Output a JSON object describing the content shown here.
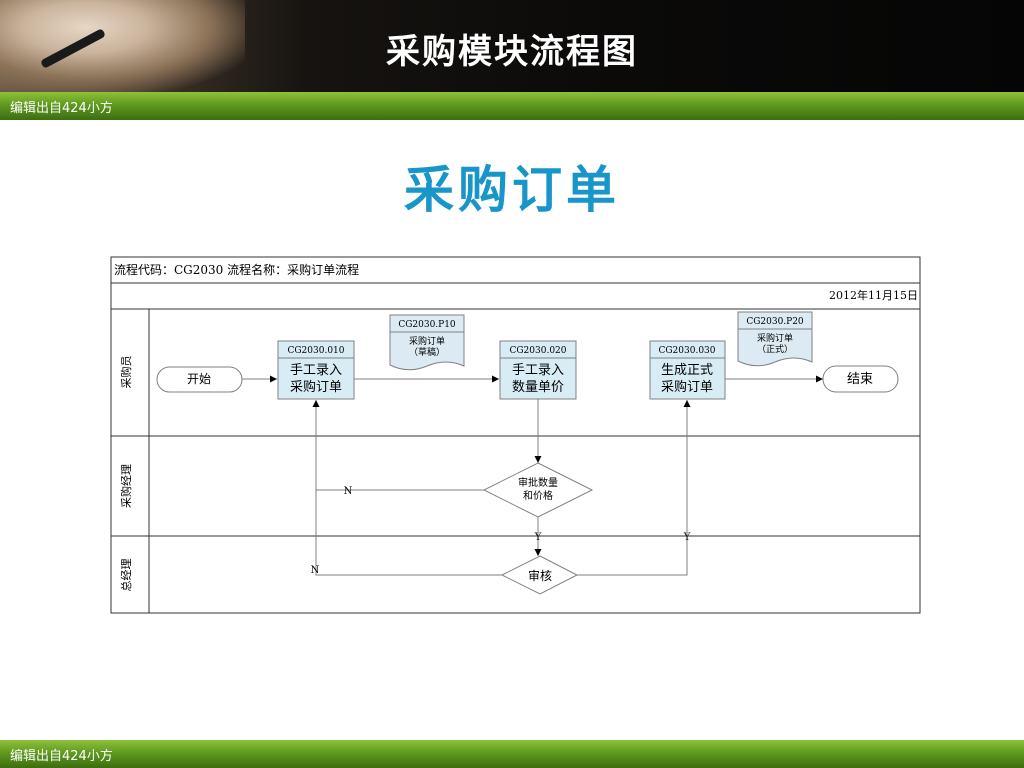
{
  "header": {
    "title": "采购模块流程图"
  },
  "footer_bar": {
    "text": "编辑出自424小方"
  },
  "page": {
    "heading": "采购订单"
  },
  "flow": {
    "code_name_line": "流程代码：CG2030   流程名称：采购订单流程",
    "date": "2012年11月15日",
    "lanes": {
      "buyer": "采购员",
      "purchasing_manager": "采购经理",
      "general_manager": "总经理"
    },
    "start": "开始",
    "end": "结束",
    "step1": {
      "code": "CG2030.010",
      "line1": "手工录入",
      "line2": "采购订单"
    },
    "step2": {
      "code": "CG2030.020",
      "line1": "手工录入",
      "line2": "数量单价"
    },
    "step3": {
      "code": "CG2030.030",
      "line1": "生成正式",
      "line2": "采购订单"
    },
    "doc1": {
      "code": "CG2030.P10",
      "line1": "采购订单",
      "line2": "（草稿）"
    },
    "doc2": {
      "code": "CG2030.P20",
      "line1": "采购订单",
      "line2": "（正式）"
    },
    "decision1": {
      "line1": "审批数量",
      "line2": "和价格"
    },
    "decision2": {
      "label": "审核"
    },
    "labels": {
      "no1": "N",
      "no2": "N",
      "yes1": "Y",
      "yes2": "Y"
    }
  },
  "colors": {
    "heading": "#1895c9",
    "bar_green": "#5f9a1f",
    "process_fill": "#d8ecf5",
    "document_fill": "#dcebf3",
    "line": "#808080"
  }
}
